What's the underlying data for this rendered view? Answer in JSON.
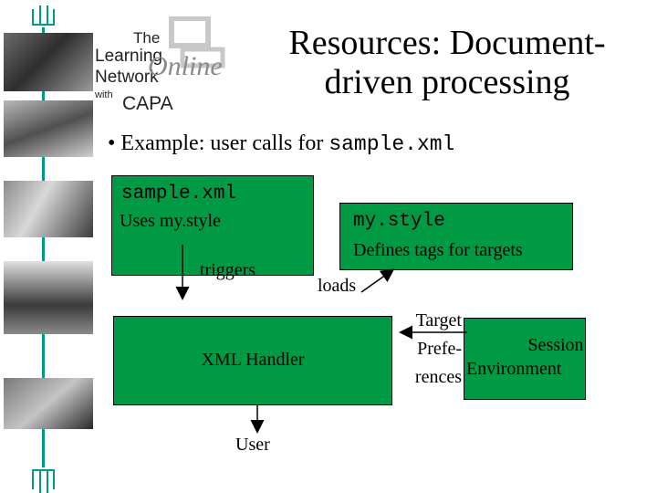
{
  "logo": {
    "the": "The",
    "learning": "Learning",
    "network": "Network",
    "with": "with",
    "capa": "CAPA",
    "online": "Online"
  },
  "slide": {
    "title_line1": "Resources: Document-",
    "title_line2": "driven processing",
    "bullet_prefix": "• Example: user calls for ",
    "bullet_code": "sample.xml"
  },
  "diagram": {
    "sample_box_code": "sample.xml",
    "sample_box_text": "Uses my.style",
    "style_box_code": "my.style",
    "style_box_text": "Defines tags for targets",
    "triggers_label": "triggers",
    "loads_label": "loads",
    "handler_label": "XML Handler",
    "user_label": "User",
    "target_line1": "Target",
    "target_line2": "Prefe-",
    "target_line3": "rences",
    "session_line1": "Session",
    "session_line2": "Environment"
  },
  "colors": {
    "accent_green": "#009a44",
    "logo_teal": "#009a8a"
  }
}
